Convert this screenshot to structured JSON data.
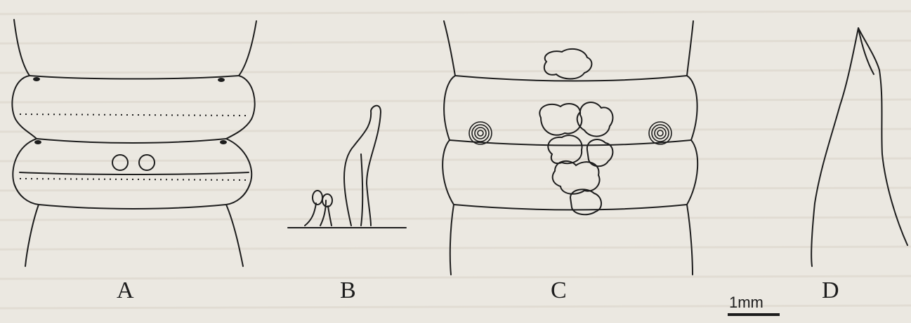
{
  "figure": {
    "panels": [
      {
        "id": "A",
        "label": "A"
      },
      {
        "id": "B",
        "label": "B"
      },
      {
        "id": "C",
        "label": "C"
      },
      {
        "id": "D",
        "label": "D"
      }
    ],
    "scale_bar": {
      "label": "1mm"
    },
    "colors": {
      "ink": "#1d1d1d",
      "paper": "#ebe8e1"
    }
  }
}
